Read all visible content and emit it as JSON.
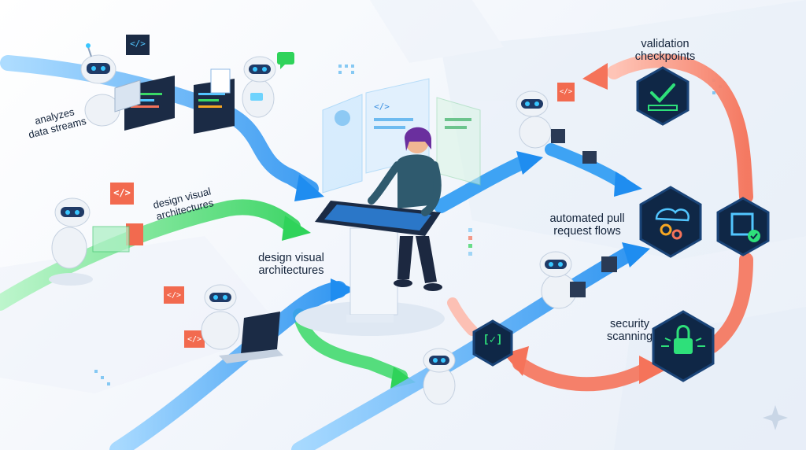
{
  "labels": {
    "analyzes": [
      "analyzes",
      "data streams"
    ],
    "design_visual_left": [
      "design visual",
      "architectures"
    ],
    "design_visual_center": [
      "design visual",
      "architectures"
    ],
    "validation": [
      "validation",
      "checkpoints"
    ],
    "automated": [
      "automated pull",
      "request flows"
    ],
    "security": [
      "security",
      "scanning"
    ]
  },
  "icons": {
    "code_brackets": "</>",
    "validation_badge": "{✓}",
    "bracket_check": "[✓]"
  },
  "colors": {
    "blue_stream": "#1f8df0",
    "green_stream": "#2fd35a",
    "red_loop": "#f5735a",
    "hex_badge": "#0f2746",
    "badge_accent": "#2ee07a",
    "robot_body": "#eef2f7",
    "robot_visor": "#1f3a66",
    "robot_eye": "#38c6ff",
    "code_tile": "#f26a4f",
    "screen_dark": "#1b2b45"
  }
}
